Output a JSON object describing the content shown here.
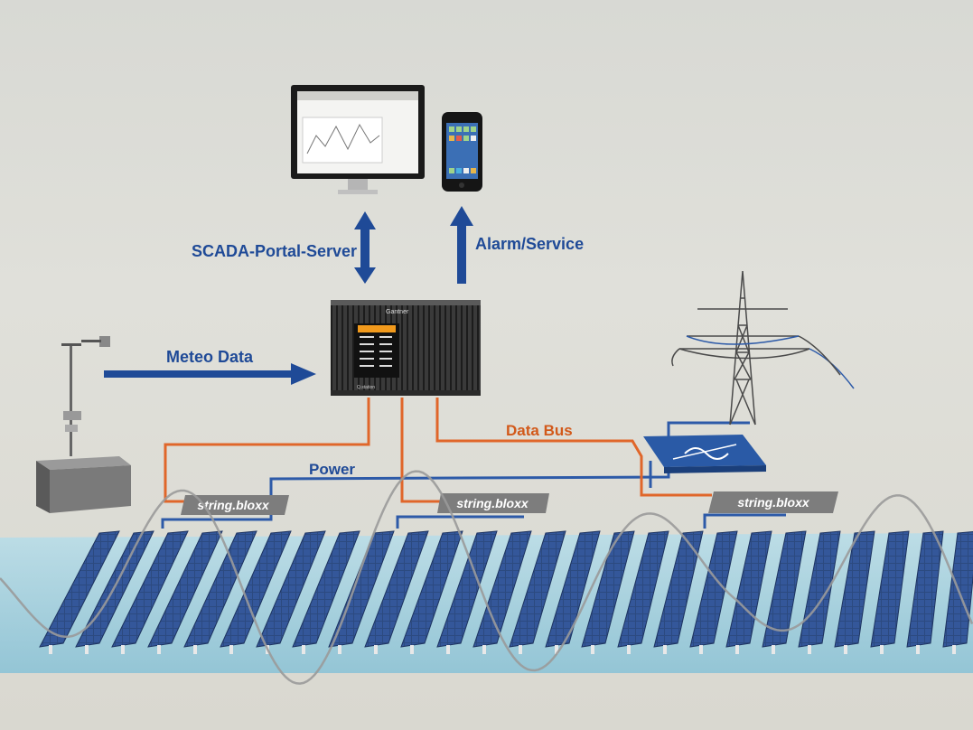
{
  "labels": {
    "scada": "SCADA-Portal-Server",
    "alarm": "Alarm/Service",
    "meteo": "Meteo Data",
    "data_bus": "Data Bus",
    "power": "Power"
  },
  "device": {
    "brand": "Gantner",
    "model": "Q.station"
  },
  "string_boxes": [
    "string.bloxx",
    "string.bloxx",
    "string.bloxx"
  ],
  "colors": {
    "arrow_blue": "#1f4a97",
    "data_bus_orange": "#e0662a",
    "power_blue": "#2d5aa8",
    "inverter_blue": "#2a5aa6",
    "panel_blue": "#27406e",
    "ground_cyan": "#a9d4e3",
    "box_gray": "#7d7d7d"
  },
  "icons": [
    "monitor-icon",
    "smartphone-icon",
    "weather-station-icon",
    "transmission-tower-icon",
    "inverter-icon",
    "solar-panel-icon"
  ]
}
